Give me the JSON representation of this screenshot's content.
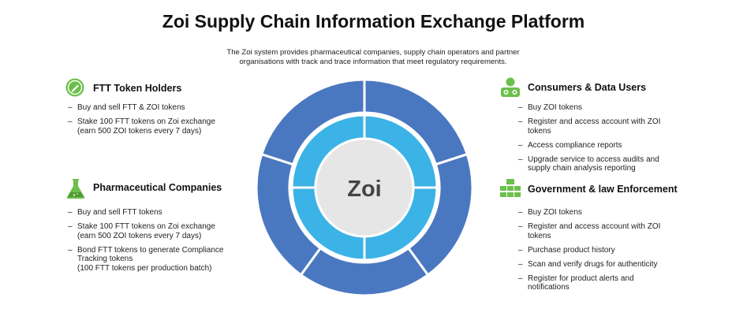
{
  "header": {
    "title": "Zoi Supply Chain Information Exchange Platform",
    "subtitle": "The Zoi system provides pharmaceutical companies, supply chain operators and partner organisations with track and trace information that meet regulatory requirements."
  },
  "center": {
    "label": "Zoi"
  },
  "colors": {
    "outer_ring": "#4a78c0",
    "inner_ring": "#3bb3e6",
    "core": "#e6e6e6",
    "icon_green": "#6cbf4b"
  },
  "sections": [
    {
      "icon": "pencil-circle-icon",
      "title": "FTT Token Holders",
      "items": [
        "Buy and sell FTT & ZOI tokens",
        "Stake 100 FTT tokens on Zoi exchange\n(earn 500 ZOI tokens every 7 days)"
      ]
    },
    {
      "icon": "flask-icon",
      "title": "Pharmaceutical Companies",
      "items": [
        "Buy and sell FTT tokens",
        "Stake 100 FTT tokens on Zoi exchange\n(earn 500 ZOI tokens every 7 days)",
        "Bond FTT tokens to generate Compliance\nTracking tokens\n(100 FTT tokens per production batch)"
      ]
    },
    {
      "icon": "users-icon",
      "title": "Consumers & Data Users",
      "items": [
        "Buy ZOI tokens",
        "Register and access account with ZOI\ntokens",
        "Access compliance reports",
        "Upgrade service to access audits and\nsupply chain analysis reporting"
      ]
    },
    {
      "icon": "org-chart-icon",
      "title": "Government & law Enforcement",
      "items": [
        "Buy ZOI tokens",
        "Register and access account with ZOI\ntokens",
        "Purchase product history",
        "Scan and verify drugs for authenticity",
        "Register for product alerts and\nnotifications"
      ]
    }
  ]
}
